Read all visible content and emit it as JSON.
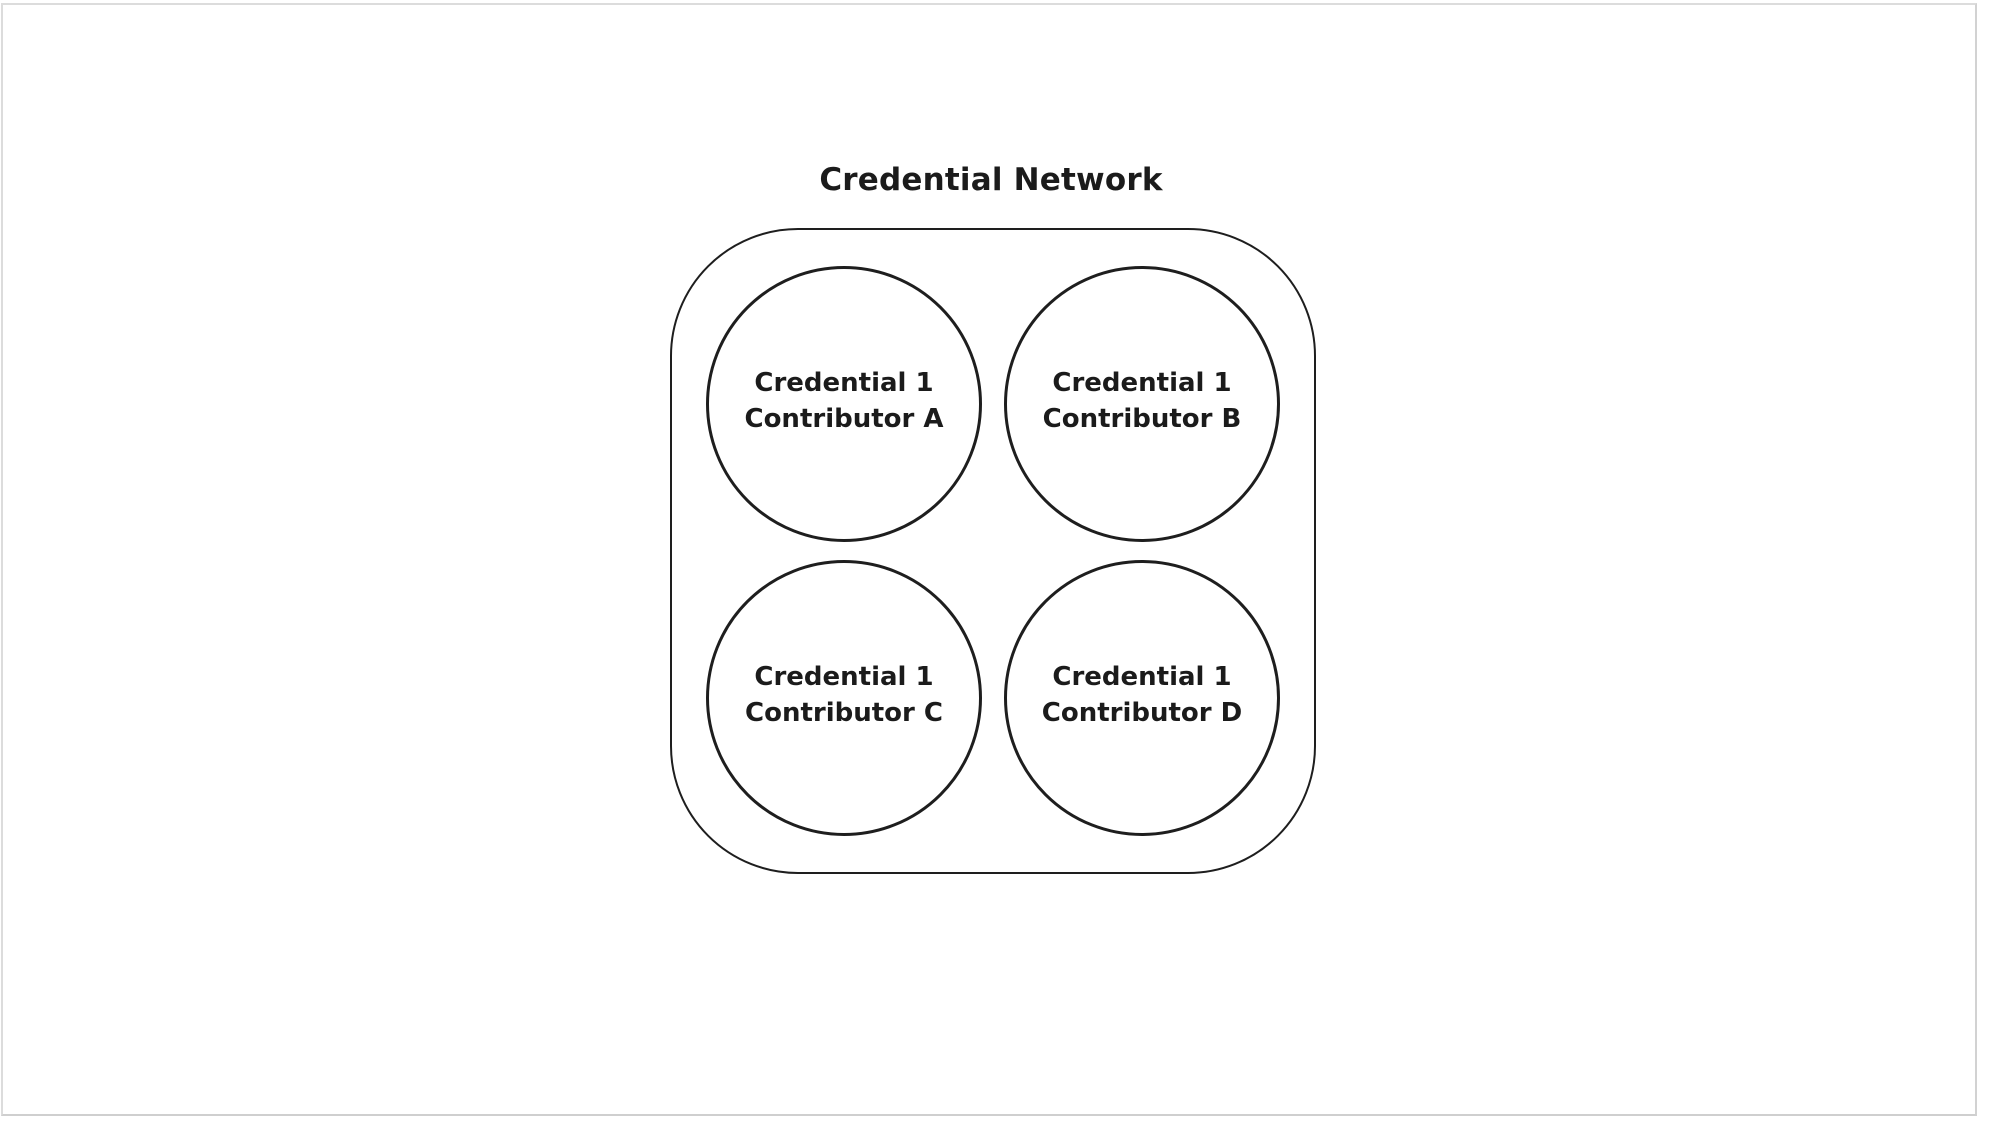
{
  "title": "Credential Network",
  "nodes": [
    {
      "line1": "Credential 1",
      "line2": "Contributor A"
    },
    {
      "line1": "Credential 1",
      "line2": "Contributor B"
    },
    {
      "line1": "Credential 1",
      "line2": "Contributor C"
    },
    {
      "line1": "Credential 1",
      "line2": "Contributor D"
    }
  ],
  "colors": {
    "stroke": "#1e1e1e",
    "text": "#1b1b1b",
    "background": "#ffffff"
  }
}
